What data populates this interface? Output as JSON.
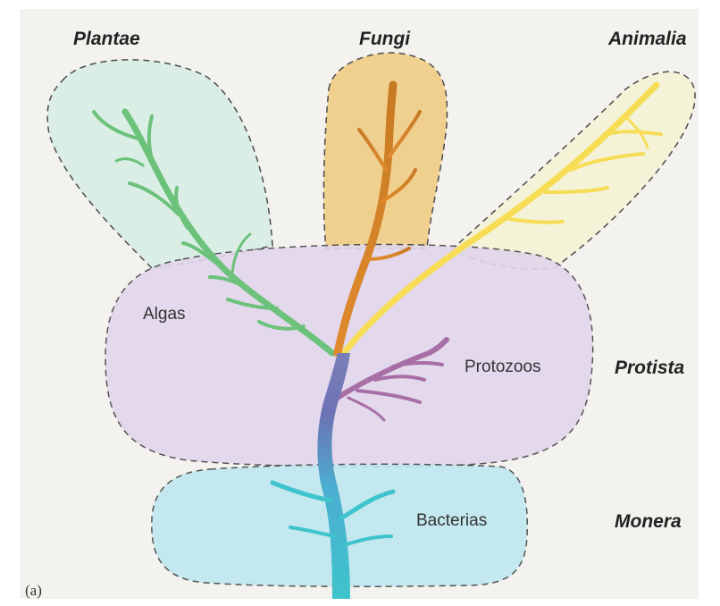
{
  "kingdoms": {
    "plantae": "Plantae",
    "fungi": "Fungi",
    "animalia": "Animalia",
    "protista": "Protista",
    "monera": "Monera"
  },
  "groups": {
    "algas": "Algas",
    "protozoos": "Protozoos",
    "bacterias": "Bacterias"
  },
  "panel_label": "(a)",
  "colors": {
    "plantae_region": "#d9eee6",
    "fungi_region": "#f0cf8a",
    "animalia_region": "#f5f2d6",
    "protista_region": "#e2d6ec",
    "monera_region": "#bfe8ef",
    "plant_branch": "#6cc27a",
    "fungi_branch": "#d98a28",
    "animal_branch": "#f7dd55",
    "protozoa_branch": "#a86fa6",
    "trunk_lower": "#3ec4cc",
    "trunk_upper": "#6c72b4"
  }
}
